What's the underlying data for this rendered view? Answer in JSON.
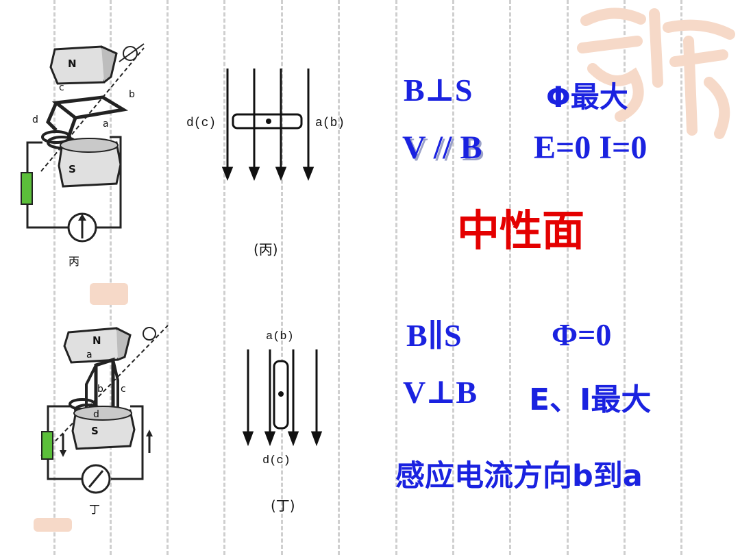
{
  "colors": {
    "accent_blue": "#1a22e0",
    "accent_red": "#e40000",
    "watermark": "#f6d9c8",
    "resistor_green": "#5bbf3a"
  },
  "top": {
    "left_labels": {
      "n": "N",
      "s": "S",
      "c": "c",
      "b": "b",
      "d": "d",
      "a": "a",
      "caption": "丙"
    },
    "mid_labels": {
      "left": "d(c)",
      "right": "a(b)",
      "caption": "(丙)"
    },
    "line1_left": "B⊥S",
    "line1_right": "Φ最大",
    "line2_left": "V // B",
    "line2_right": "E=0  I=0",
    "title": "中性面"
  },
  "bottom": {
    "left_labels": {
      "n": "N",
      "s": "S",
      "a": "a",
      "b": "b",
      "c": "c",
      "d": "d",
      "caption": "丁"
    },
    "mid_labels": {
      "top": "a(b)",
      "bottom": "d(c)",
      "caption": "(丁)"
    },
    "line1_left": "B∥S",
    "line1_right": "Φ=0",
    "line2_left": "V⊥B",
    "line2_right": "E、I最大",
    "line3": "感应电流方向b到a"
  }
}
